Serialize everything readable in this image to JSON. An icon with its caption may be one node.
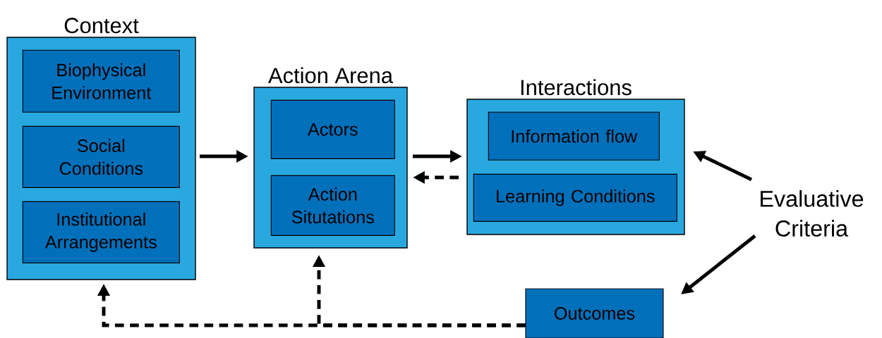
{
  "diagram": {
    "nodes": [
      {
        "text": [
          "Context"
        ]
      },
      {
        "text": [
          "Biophysical Environment"
        ],
        "in": 0
      },
      {
        "text": [
          "Social Conditions"
        ],
        "in": 0
      },
      {
        "text": [
          "Institutional Arrangements"
        ],
        "in": 0
      },
      {
        "text": [
          "Action Arena"
        ]
      },
      {
        "text": [
          "Actors"
        ],
        "in": 4
      },
      {
        "text": [
          "Action Situtations"
        ],
        "in": 4
      },
      {
        "text": [
          "Interactions"
        ]
      },
      {
        "text": [
          "Information flow"
        ],
        "in": 7
      },
      {
        "text": [
          "Learning Conditions"
        ],
        "in": 7
      },
      {
        "text": [
          "Evaluative Criteria"
        ]
      },
      {
        "text": [
          "Outcomes"
        ]
      }
    ],
    "edges": [
      {
        "from": 0,
        "to": 4,
        "arrow": "to"
      },
      {
        "from": 4,
        "to": 7,
        "arrow": "to"
      },
      {
        "from": 7,
        "to": 4,
        "arrow": "to",
        "style": "dashed"
      },
      {
        "from": 10,
        "to": 7,
        "arrow": "to"
      },
      {
        "from": 10,
        "to": 11,
        "arrow": "to"
      },
      {
        "from": 11,
        "to": 0,
        "arrow": "to",
        "style": "dashed"
      },
      {
        "from": 11,
        "to": 4,
        "arrow": "to",
        "style": "dashed"
      }
    ]
  }
}
